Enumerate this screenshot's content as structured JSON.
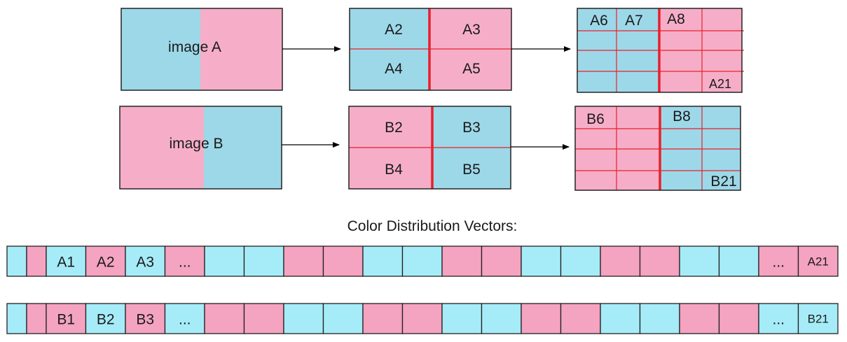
{
  "colors": {
    "blue": "#9dd8e8",
    "pink": "#f6aec8",
    "vec_blue": "#a6ecf8",
    "vec_pink": "#f4a3c0",
    "red_line": "#e8202c",
    "border": "#222222"
  },
  "row_a": {
    "image_label": "image A",
    "mid_labels": [
      "A2",
      "A3",
      "A4",
      "A5"
    ],
    "fine_labels": [
      "A6",
      "A7",
      "A8",
      "A21"
    ]
  },
  "row_b": {
    "image_label": "image B",
    "mid_labels": [
      "B2",
      "B3",
      "B4",
      "B5"
    ],
    "fine_labels": [
      "B6",
      "B8",
      "B21"
    ]
  },
  "vectors": {
    "title": "Color Distribution Vectors:",
    "vector_a": {
      "colors": [
        "blue",
        "pink",
        "blue",
        "pink",
        "blue",
        "pink",
        "blue",
        "blue",
        "pink",
        "pink",
        "blue",
        "blue",
        "pink",
        "pink",
        "blue",
        "blue",
        "pink",
        "pink",
        "blue",
        "blue",
        "pink",
        "pink"
      ],
      "labels": [
        "",
        "",
        "A1",
        "A2",
        "A3",
        "...",
        "",
        "",
        "",
        "",
        "",
        "",
        "",
        "",
        "",
        "",
        "",
        "",
        "",
        "",
        "...",
        "A21"
      ]
    },
    "vector_b": {
      "colors": [
        "blue",
        "pink",
        "pink",
        "blue",
        "pink",
        "blue",
        "pink",
        "pink",
        "blue",
        "blue",
        "pink",
        "pink",
        "blue",
        "blue",
        "pink",
        "pink",
        "blue",
        "blue",
        "pink",
        "pink",
        "blue",
        "blue"
      ],
      "labels": [
        "",
        "",
        "B1",
        "B2",
        "B3",
        "...",
        "",
        "",
        "",
        "",
        "",
        "",
        "",
        "",
        "",
        "",
        "",
        "",
        "",
        "",
        "...",
        "B21"
      ]
    }
  }
}
